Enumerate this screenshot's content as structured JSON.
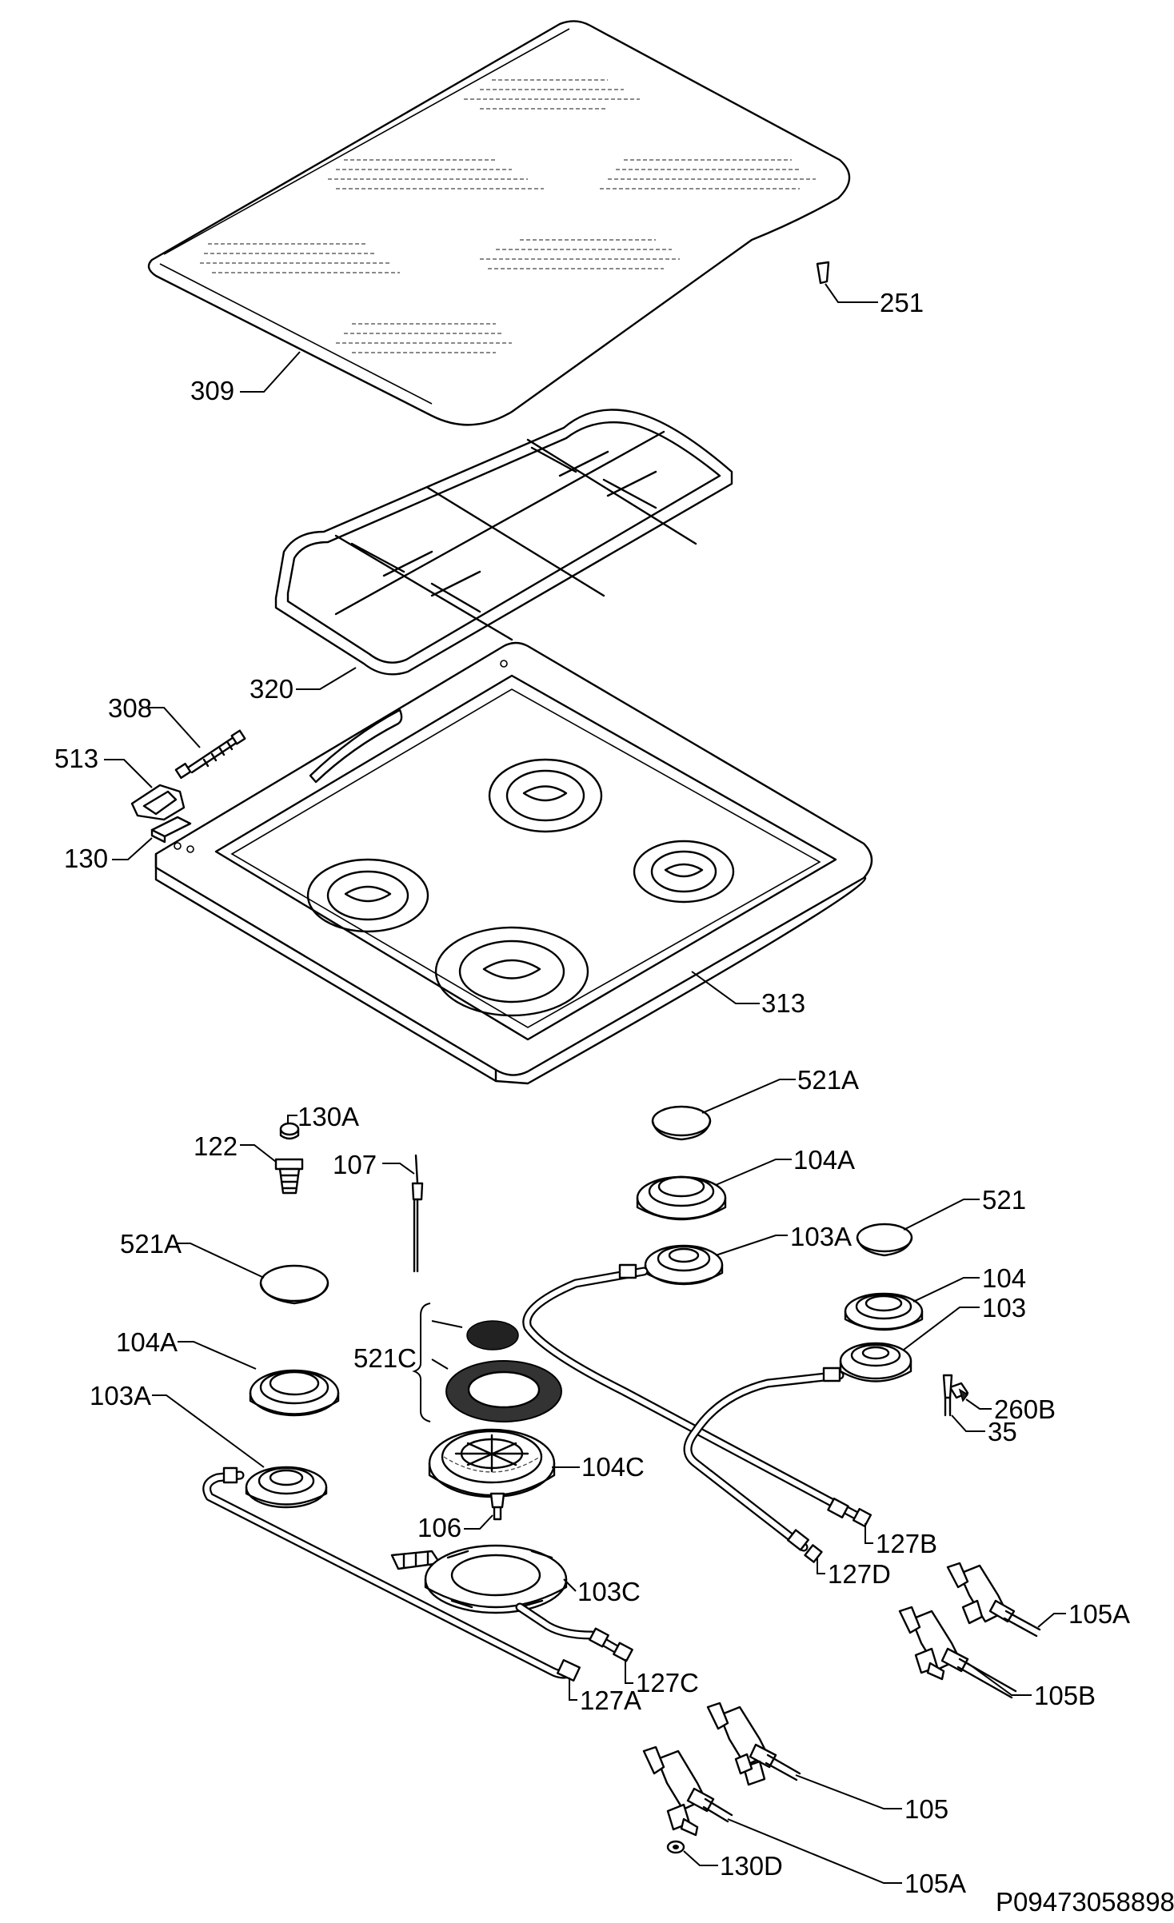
{
  "drawing_code": "P09473058898",
  "labels": {
    "p309": "309",
    "p251": "251",
    "p320": "320",
    "p308": "308",
    "p513": "513",
    "p130": "130",
    "p313": "313",
    "p122": "122",
    "p130a": "130A",
    "p107": "107",
    "p521a_top": "521A",
    "p104a_top": "104A",
    "p103a_top": "103A",
    "p521": "521",
    "p104": "104",
    "p103": "103",
    "p521a_left": "521A",
    "p104a_left": "104A",
    "p103a_left": "103A",
    "p521c": "521C",
    "p104c": "104C",
    "p106": "106",
    "p103c": "103C",
    "p127c": "127C",
    "p127a": "127A",
    "p127b": "127B",
    "p127d": "127D",
    "p260b": "260B",
    "p35": "35",
    "p105a_top": "105A",
    "p105b": "105B",
    "p105": "105",
    "p105a_bottom": "105A",
    "p130d": "130D"
  }
}
